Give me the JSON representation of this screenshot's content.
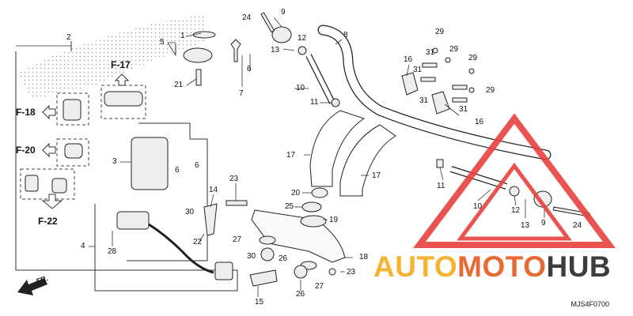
{
  "callouts": [
    {
      "id": "c1",
      "text": "1"
    },
    {
      "id": "c2",
      "text": "2"
    },
    {
      "id": "c3",
      "text": "3"
    },
    {
      "id": "c4",
      "text": "4"
    },
    {
      "id": "c5",
      "text": "5"
    },
    {
      "id": "c6a",
      "text": "6"
    },
    {
      "id": "c6b",
      "text": "6"
    },
    {
      "id": "c6c",
      "text": "6"
    },
    {
      "id": "c7",
      "text": "7"
    },
    {
      "id": "c8",
      "text": "8"
    },
    {
      "id": "c9a",
      "text": "9"
    },
    {
      "id": "c9b",
      "text": "9"
    },
    {
      "id": "c10a",
      "text": "10"
    },
    {
      "id": "c10b",
      "text": "10"
    },
    {
      "id": "c11a",
      "text": "11"
    },
    {
      "id": "c11b",
      "text": "11"
    },
    {
      "id": "c12a",
      "text": "12"
    },
    {
      "id": "c12b",
      "text": "12"
    },
    {
      "id": "c13a",
      "text": "13"
    },
    {
      "id": "c13b",
      "text": "13"
    },
    {
      "id": "c14",
      "text": "14"
    },
    {
      "id": "c15",
      "text": "15"
    },
    {
      "id": "c16a",
      "text": "16"
    },
    {
      "id": "c16b",
      "text": "16"
    },
    {
      "id": "c17a",
      "text": "17"
    },
    {
      "id": "c17b",
      "text": "17"
    },
    {
      "id": "c18",
      "text": "18"
    },
    {
      "id": "c19",
      "text": "19"
    },
    {
      "id": "c20",
      "text": "20"
    },
    {
      "id": "c21",
      "text": "21"
    },
    {
      "id": "c22",
      "text": "22"
    },
    {
      "id": "c23a",
      "text": "23"
    },
    {
      "id": "c23b",
      "text": "23"
    },
    {
      "id": "c24a",
      "text": "24"
    },
    {
      "id": "c24b",
      "text": "24"
    },
    {
      "id": "c25",
      "text": "25"
    },
    {
      "id": "c26a",
      "text": "26"
    },
    {
      "id": "c26b",
      "text": "26"
    },
    {
      "id": "c27a",
      "text": "27"
    },
    {
      "id": "c27b",
      "text": "27"
    },
    {
      "id": "c28",
      "text": "28"
    },
    {
      "id": "c29a",
      "text": "29"
    },
    {
      "id": "c29b",
      "text": "29"
    },
    {
      "id": "c29c",
      "text": "29"
    },
    {
      "id": "c29d",
      "text": "29"
    },
    {
      "id": "c30a",
      "text": "30"
    },
    {
      "id": "c30b",
      "text": "30"
    },
    {
      "id": "c31a",
      "text": "31"
    },
    {
      "id": "c31b",
      "text": "31"
    },
    {
      "id": "c31c",
      "text": "31"
    },
    {
      "id": "c31d",
      "text": "31"
    }
  ],
  "figure_refs": [
    {
      "id": "f17",
      "text": "F-17"
    },
    {
      "id": "f18",
      "text": "F-18"
    },
    {
      "id": "f20",
      "text": "F-20"
    },
    {
      "id": "f22",
      "text": "F-22"
    }
  ],
  "front_marker": "FR.",
  "diagram_code": "MJS4F0700",
  "watermark": {
    "parts": [
      "AUTO",
      "MOTO",
      "HUB"
    ],
    "colors": {
      "auto": "#f4b331",
      "moto": "#e76a32",
      "hub": "#3d3d3d",
      "triangle": "#e8413c"
    }
  }
}
